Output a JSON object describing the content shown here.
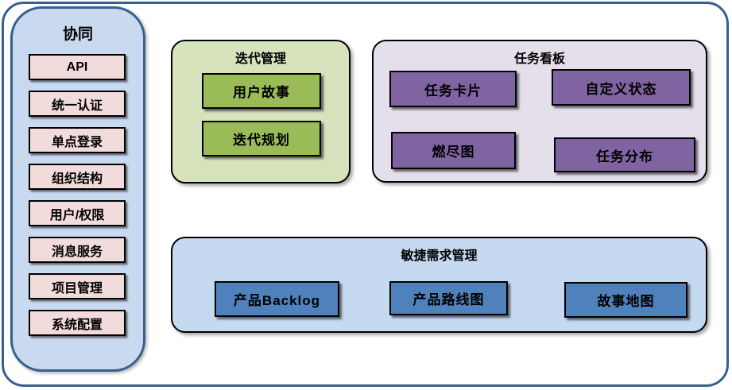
{
  "sidebar": {
    "title": "协同",
    "items": [
      "API",
      "统一认证",
      "单点登录",
      "组织结构",
      "用户/权限",
      "消息服务",
      "项目管理",
      "系统配置"
    ]
  },
  "groups": [
    {
      "title": "迭代管理",
      "items": [
        "用户故事",
        "迭代规划"
      ]
    },
    {
      "title": "任务看板",
      "items": [
        "任务卡片",
        "自定义状态",
        "燃尽图",
        "任务分布"
      ]
    },
    {
      "title": "敏捷需求管理",
      "items": [
        "产品Backlog",
        "产品路线图",
        "故事地图"
      ]
    }
  ],
  "colors": {
    "frame-border": "#36608f",
    "sidebar-bg": "#c9d9f0",
    "sidebar-item-bg": "#f2dcdb",
    "iteration-bg": "#d6e3bc",
    "iteration-item-bg": "#9bbb59",
    "taskboard-bg": "#e5dfec",
    "taskboard-item-bg": "#8064a2",
    "agile-bg": "#c5d9f1",
    "agile-item-bg": "#4f81bd",
    "box-border": "#000000"
  }
}
